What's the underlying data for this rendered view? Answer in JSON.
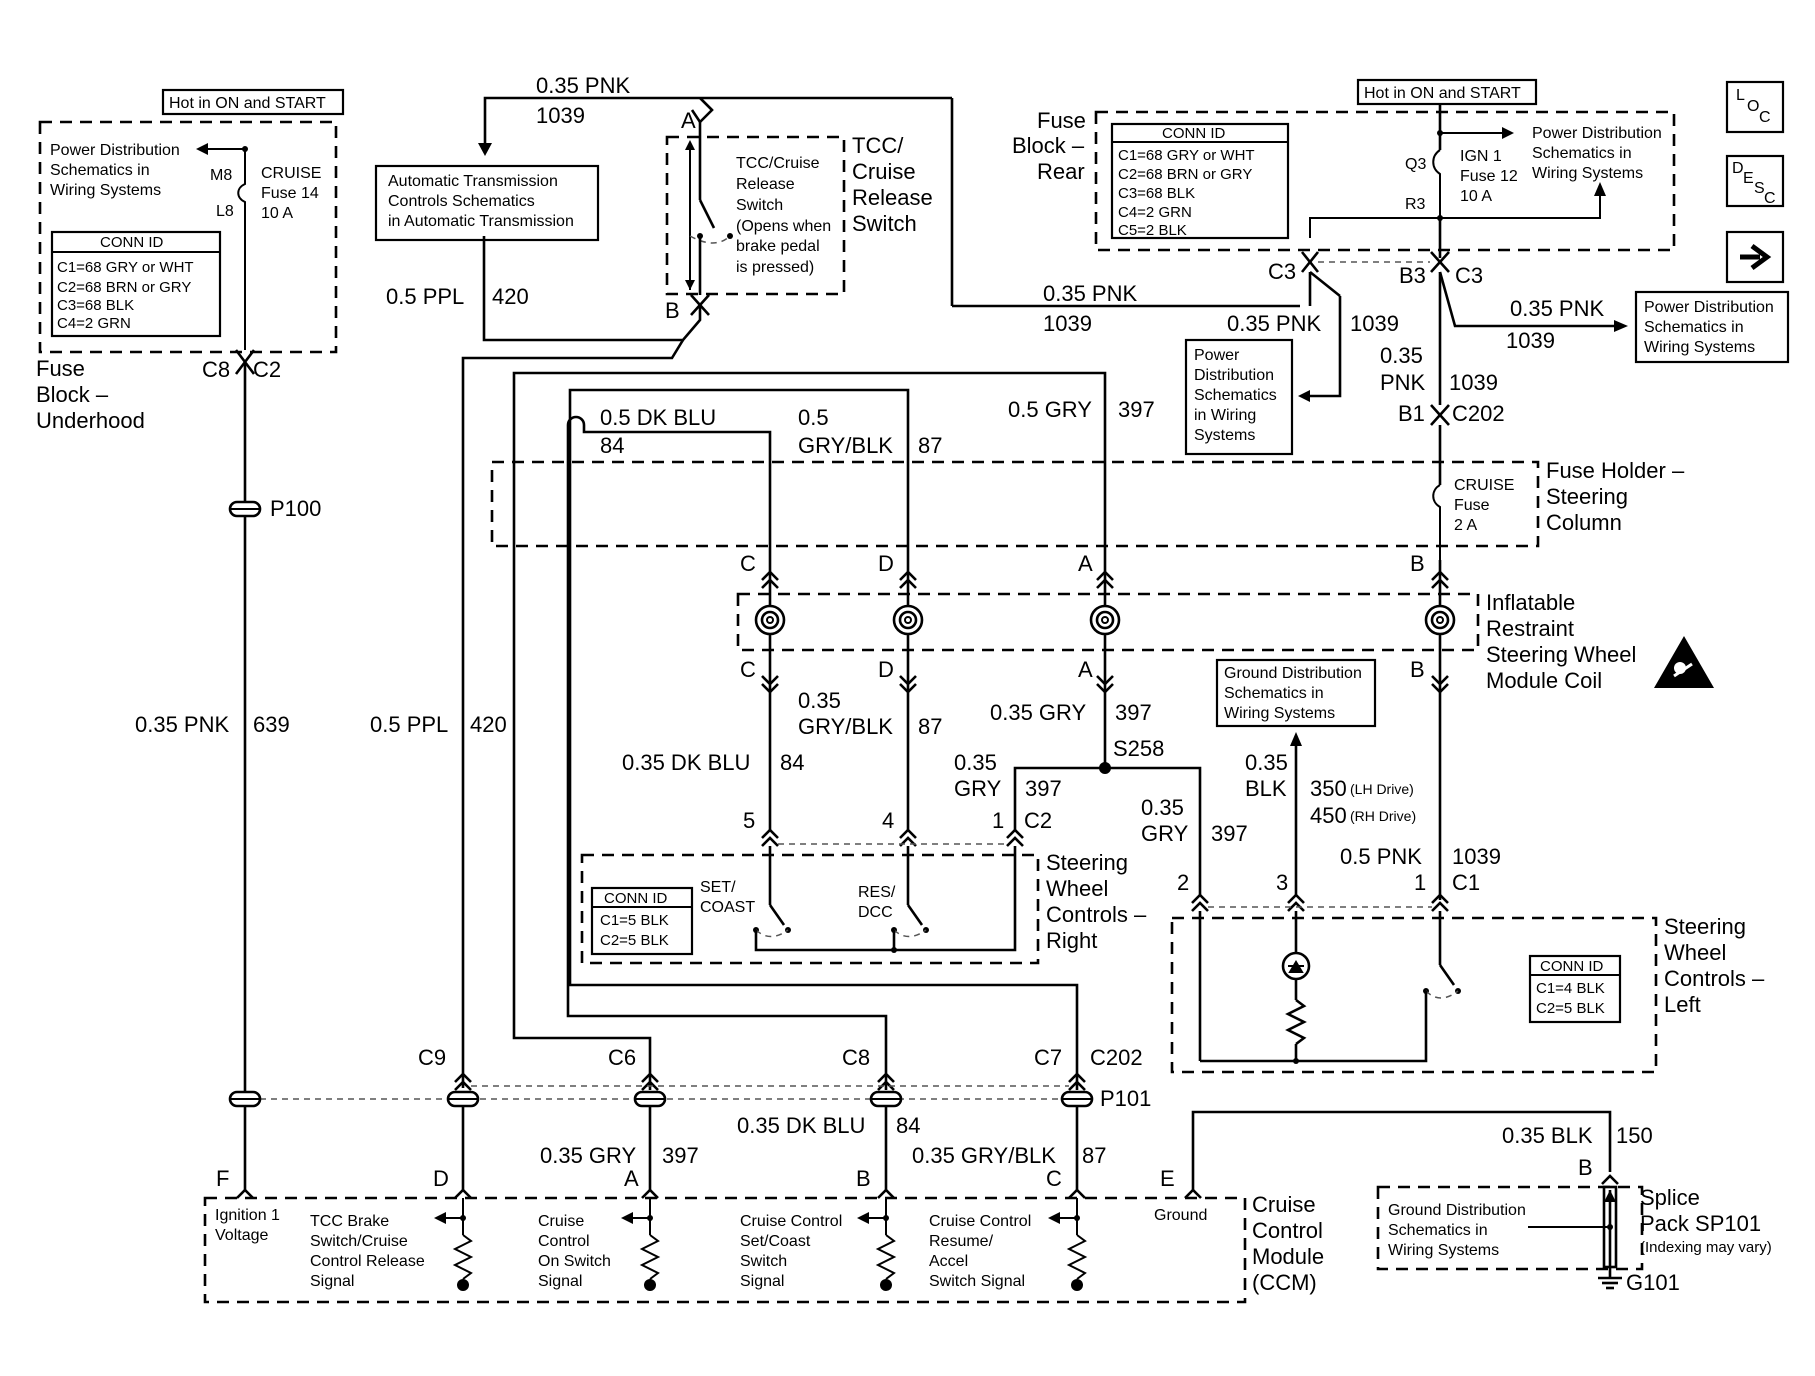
{
  "fuse_block_underhood": {
    "hot_label": "Hot in ON and START",
    "power_dist_text": [
      "Power Distribution",
      "Schematics in",
      "Wiring Systems"
    ],
    "pin_m8": "M8",
    "pin_l8": "L8",
    "fuse_lines": [
      "CRUISE",
      "Fuse 14",
      "10 A"
    ],
    "conn_id_title": "CONN ID",
    "conn_id_lines": [
      "C1=68 GRY or WHT",
      "C2=68 BRN or GRY",
      "C3=68 BLK",
      "C4=2 GRN"
    ],
    "connector": "C8",
    "connector_c": "C2",
    "name_lines": [
      "Fuse",
      "Block –",
      "Underhood"
    ]
  },
  "atc_box_lines": [
    "Automatic Transmission",
    "Controls Schematics",
    "in Automatic Transmission"
  ],
  "tcc_switch": {
    "wire_top_label": "0.35 PNK",
    "wire_top_num": "1039",
    "pin_a": "A",
    "pin_b": "B",
    "inner_lines": [
      "TCC/Cruise",
      "Release",
      "Switch",
      "(Opens when",
      "brake pedal",
      "is pressed)"
    ],
    "name_lines": [
      "TCC/",
      "Cruise",
      "Release",
      "Switch"
    ],
    "wire_ppl_label": "0.5 PPL",
    "wire_ppl_num": "420"
  },
  "fuse_block_rear": {
    "name_lines": [
      "Fuse",
      "Block –",
      "Rear"
    ],
    "hot_label": "Hot in ON and START",
    "conn_id_title": "CONN ID",
    "conn_id_lines": [
      "C1=68 GRY or WHT",
      "C2=68 BRN or GRY",
      "C3=68 BLK",
      "C4=2 GRN",
      "C5=2 BLK"
    ],
    "pin_q3": "Q3",
    "pin_r3": "R3",
    "fuse_lines": [
      "IGN 1",
      "Fuse 12",
      "10 A"
    ],
    "power_dist_text": [
      "Power Distribution",
      "Schematics in",
      "Wiring Systems"
    ],
    "c3_left": "C3",
    "b3": "B3",
    "c3_right": "C3"
  },
  "nav_icons": {
    "loc": "LOC",
    "desc": "DESC",
    "next": "→"
  },
  "wires": {
    "pnk_1039_mid_label": "0.35 PNK",
    "pnk_1039_mid_num": "1039",
    "pnk_1039_c3_label": "0.35 PNK",
    "pnk_1039_c3_num": "1039",
    "pnk_1039_right_label": "0.35 PNK",
    "pnk_1039_right_num": "1039",
    "pnk_1039_b1_label1": "0.35",
    "pnk_1039_b1_label2": "PNK",
    "pnk_1039_b1_num": "1039",
    "b1": "B1",
    "c202": "C202",
    "dkblu_top_label": "0.5 DK BLU",
    "dkblu_top_num": "84",
    "grYblk_top_label1": "0.5",
    "grYblk_top_label2": "GRY/BLK",
    "grYblk_top_num": "87",
    "gry_top_label": "0.5 GRY",
    "gry_top_num": "397",
    "pnk_639_label": "0.35 PNK",
    "pnk_639_num": "639",
    "ppl_420_label": "0.5 PPL",
    "ppl_420_num": "420",
    "dkblu_mid_label": "0.35 DK BLU",
    "dkblu_mid_num": "84",
    "grYblk_mid_label1": "0.35",
    "grYblk_mid_label2": "GRY/BLK",
    "grYblk_mid_num": "87",
    "gry_mid_label": "0.35 GRY",
    "gry_mid_num": "397",
    "s258": "S258",
    "gry_c2_label1": "0.35",
    "gry_c2_label2": "GRY",
    "gry_c2_num": "397",
    "gry_left2_label1": "0.35",
    "gry_left2_label2": "GRY",
    "gry_left2_num": "397",
    "blk_label1": "0.35",
    "blk_label2": "BLK",
    "blk_350": "350",
    "blk_350_note": "(LH Drive)",
    "blk_450": "450",
    "blk_450_note": "(RH Drive)",
    "pnk_c1_label": "0.5 PNK",
    "pnk_c1_num": "1039",
    "p100": "P100",
    "p101": "P101",
    "c9": "C9",
    "c6": "C6",
    "c8b": "C8",
    "c7": "C7",
    "c202b": "C202",
    "dkblu_bot_label": "0.35 DK BLU",
    "dkblu_bot_num": "84",
    "gry_bot_label": "0.35 GRY",
    "gry_bot_num": "397",
    "grYblk_bot_label": "0.35 GRY/BLK",
    "grYblk_bot_num": "87",
    "blk_bot_label": "0.35 BLK",
    "blk_bot_num": "150"
  },
  "fuse_holder": {
    "fuse_lines": [
      "CRUISE",
      "Fuse",
      "2 A"
    ],
    "name_lines": [
      "Fuse Holder –",
      "Steering",
      "Column"
    ]
  },
  "coil": {
    "pins": [
      "C",
      "D",
      "A",
      "B"
    ],
    "name_lines": [
      "Inflatable",
      "Restraint",
      "Steering Wheel",
      "Module Coil"
    ]
  },
  "ground_dist_lines": [
    "Ground Distribution",
    "Schematics in",
    "Wiring Systems"
  ],
  "power_dist_mid_lines": [
    "Power",
    "Distribution",
    "Schematics",
    "in Wiring",
    "Systems"
  ],
  "power_dist_right_lines": [
    "Power Distribution",
    "Schematics in",
    "Wiring Systems"
  ],
  "swc_right": {
    "pins": [
      "5",
      "4",
      "1"
    ],
    "c2": "C2",
    "conn_id_title": "CONN ID",
    "conn_id_lines": [
      "C1=5 BLK",
      "C2=5 BLK"
    ],
    "set_lines": [
      "SET/",
      "COAST"
    ],
    "res_lines": [
      "RES/",
      "DCC"
    ],
    "name_lines": [
      "Steering",
      "Wheel",
      "Controls –",
      "Right"
    ]
  },
  "swc_left": {
    "pins": [
      "2",
      "3",
      "1"
    ],
    "c1": "C1",
    "conn_id_title": "CONN ID",
    "conn_id_lines": [
      "C1=4 BLK",
      "C2=5 BLK"
    ],
    "name_lines": [
      "Steering",
      "Wheel",
      "Controls –",
      "Left"
    ]
  },
  "ccm": {
    "pins": [
      "F",
      "D",
      "A",
      "B",
      "C",
      "E"
    ],
    "ign_lines": [
      "Ignition 1",
      "Voltage"
    ],
    "tcc_lines": [
      "TCC Brake",
      "Switch/Cruise",
      "Control Release",
      "Signal"
    ],
    "on_lines": [
      "Cruise",
      "Control",
      "On Switch",
      "Signal"
    ],
    "set_lines": [
      "Cruise Control",
      "Set/Coast",
      "Switch",
      "Signal"
    ],
    "res_lines": [
      "Cruise Control",
      "Resume/",
      "Accel",
      "Switch Signal"
    ],
    "ground": "Ground",
    "name_lines": [
      "Cruise",
      "Control",
      "Module",
      "(CCM)"
    ]
  },
  "splice": {
    "pin_b": "B",
    "ground_dist_lines": [
      "Ground Distribution",
      "Schematics in",
      "Wiring Systems"
    ],
    "name_lines": [
      "Splice",
      "Pack SP101"
    ],
    "note": "(Indexing may vary)",
    "g101": "G101"
  }
}
